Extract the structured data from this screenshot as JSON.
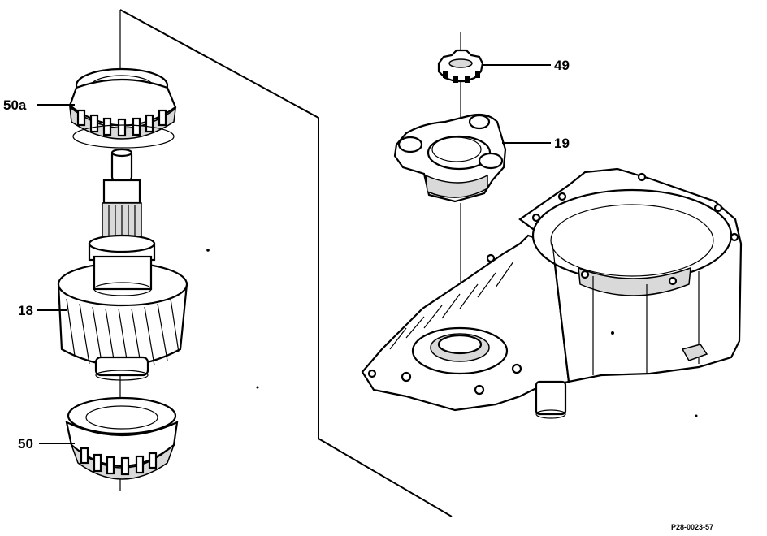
{
  "diagram": {
    "figure_id": "P28-0023-57",
    "callouts": [
      {
        "id": "50a",
        "label": "50a"
      },
      {
        "id": "18",
        "label": "18"
      },
      {
        "id": "50",
        "label": "50"
      },
      {
        "id": "49",
        "label": "49"
      },
      {
        "id": "19",
        "label": "19"
      }
    ]
  }
}
